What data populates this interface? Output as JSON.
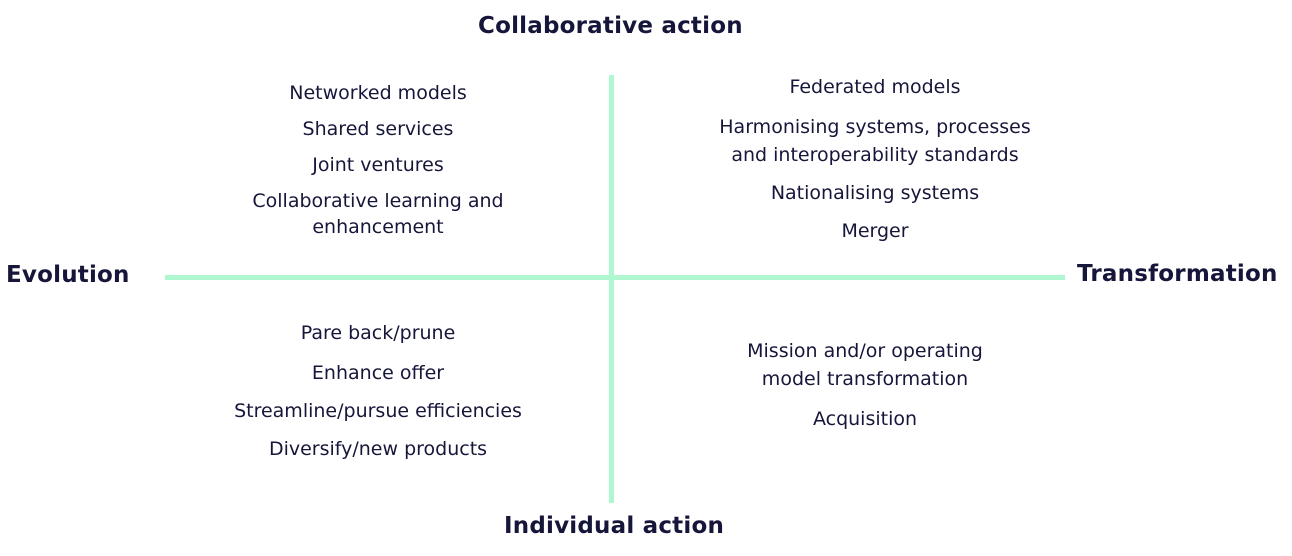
{
  "axes": {
    "top": "Collaborative action",
    "bottom": "Individual action",
    "left": "Evolution",
    "right": "Transformation"
  },
  "quadrants": {
    "top_left": [
      "Networked models",
      "Shared services",
      "Joint ventures",
      "Collaborative learning and",
      "enhancement"
    ],
    "top_right": [
      "Federated models",
      "Harmonising systems, processes",
      "and interoperability standards",
      "Nationalising systems",
      "Merger"
    ],
    "bottom_left": [
      "Pare back/prune",
      "Enhance offer",
      "Streamline/pursue efficiencies",
      "Diversify/new products"
    ],
    "bottom_right": [
      "Mission and/or operating",
      "model transformation",
      "Acquisition"
    ]
  }
}
